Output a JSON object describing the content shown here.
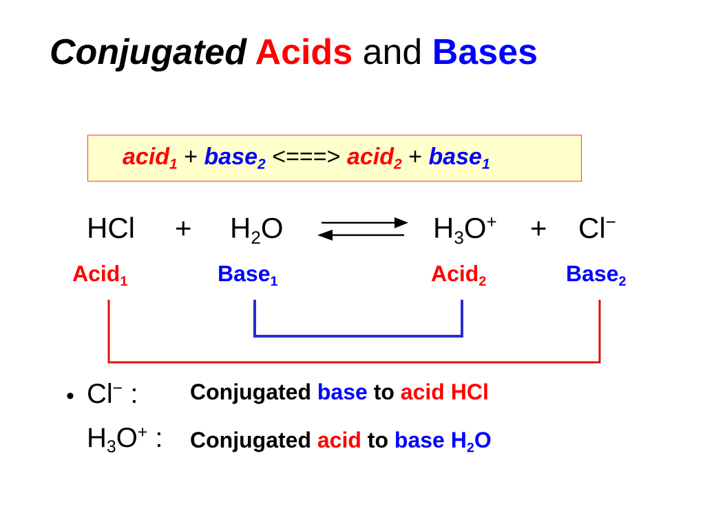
{
  "title": {
    "word1": "Conjugated",
    "word2": "Acids",
    "word3": "and",
    "word4": "Bases"
  },
  "general_equation": {
    "acid1": "acid",
    "acid1_sub": "1",
    "plus1": " + ",
    "base2": "base",
    "base2_sub": "2",
    "arrow": " <===> ",
    "acid2": "acid",
    "acid2_sub": "2",
    "plus2": " + ",
    "base1": "base",
    "base1_sub": "1"
  },
  "reaction": {
    "hcl": "HCl",
    "plus1": "+",
    "h2o_h": "H",
    "h2o_sub": "2",
    "h2o_o": "O",
    "h3o_h": "H",
    "h3o_sub": "3",
    "h3o_o": "O",
    "h3o_charge": "+",
    "plus2": "+",
    "cl": "Cl",
    "cl_charge": "−"
  },
  "labels": {
    "acid1": "Acid",
    "acid1_sub": "1",
    "base1": "Base",
    "base1_sub": "1",
    "acid2": "Acid",
    "acid2_sub": "2",
    "base2": "Base",
    "base2_sub": "2"
  },
  "pairs": [
    {
      "formula": "Cl",
      "formula_charge": "−",
      "colon": " :",
      "text1": "Conjugated ",
      "text2": "base",
      "text3": " to ",
      "text4": "acid HCl"
    },
    {
      "formula_h": "H",
      "formula_sub": "3",
      "formula_o": "O",
      "formula_charge": "+",
      "colon": " :",
      "text1": "Conjugated ",
      "text2": "acid",
      "text3": " to ",
      "text4": "base H",
      "text4_sub": "2",
      "text4_end": "O"
    }
  ],
  "bullet": "•",
  "colors": {
    "acid": "#ff0000",
    "base": "#0000ff",
    "box_fill": "#ffffcc",
    "box_border": "#ff3333",
    "bracket_blue": "#2b2bd0",
    "bracket_red": "#e01010"
  }
}
